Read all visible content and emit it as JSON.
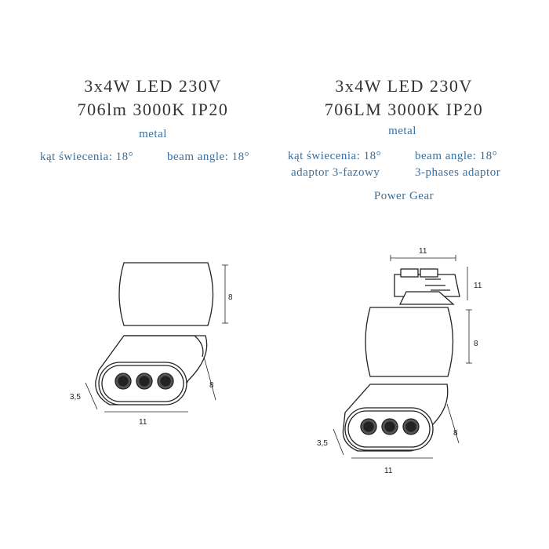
{
  "left": {
    "spec_line1": "3x4W  LED  230V",
    "spec_line2": "706lm  3000K  IP20",
    "material": "metal",
    "angle_pl": "kąt świecenia: 18°",
    "angle_en": "beam angle: 18°",
    "dims": {
      "height": "8",
      "depth": "8",
      "thickness": "3,5",
      "width": "11"
    }
  },
  "right": {
    "spec_line1": "3x4W  LED  230V",
    "spec_line2": "706LM  3000K  IP20",
    "material": "metal",
    "angle_pl": "kąt świecenia: 18°",
    "angle_en": "beam angle: 18°",
    "adaptor_pl": "adaptor 3-fazowy",
    "adaptor_en": "3-phases adaptor",
    "system": "Power Gear",
    "dims": {
      "top_width": "11",
      "adaptor_height": "11",
      "height": "8",
      "depth": "8",
      "thickness": "3,5",
      "width": "11"
    }
  },
  "colors": {
    "text": "#333333",
    "accent": "#3a6f9c",
    "line": "#222222"
  }
}
